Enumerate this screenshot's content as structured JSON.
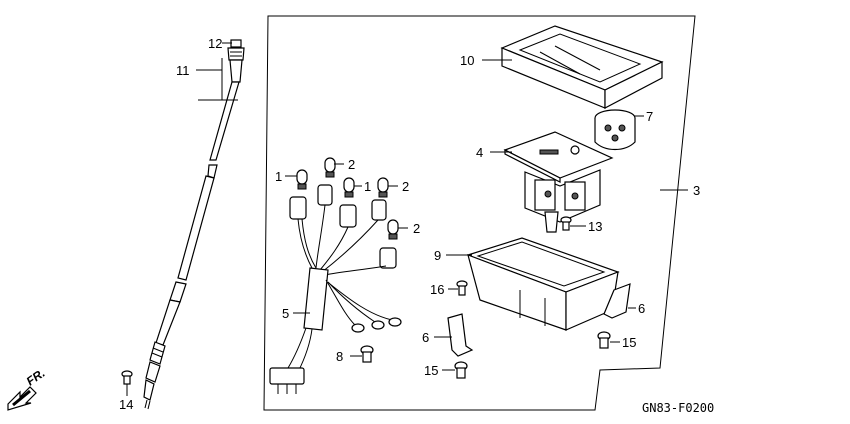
{
  "diagram": {
    "code": "GN83-F0200",
    "direction_label": "FR.",
    "callouts": {
      "c12": "12",
      "c11": "11",
      "c14": "14",
      "c1a": "1",
      "c2a": "2",
      "c1b": "1",
      "c2b": "2",
      "c2c": "2",
      "c5": "5",
      "c8": "8",
      "c10": "10",
      "c7": "7",
      "c4": "4",
      "c3": "3",
      "c13": "13",
      "c9": "9",
      "c16": "16",
      "c6a": "6",
      "c6b": "6",
      "c15a": "15",
      "c15b": "15"
    }
  }
}
